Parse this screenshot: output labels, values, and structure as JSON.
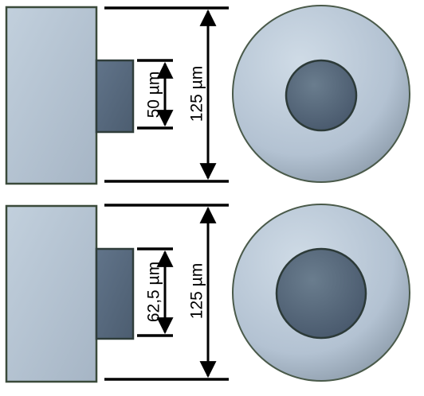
{
  "colors": {
    "cladding": "#b3c2d2",
    "core": "#566878",
    "line": "#000000",
    "background": "#ffffff"
  },
  "fibers": [
    {
      "core_diameter_label": "50 µm",
      "cladding_diameter_label": "125 µm"
    },
    {
      "core_diameter_label": "62,5 µm",
      "cladding_diameter_label": "125 µm"
    }
  ]
}
